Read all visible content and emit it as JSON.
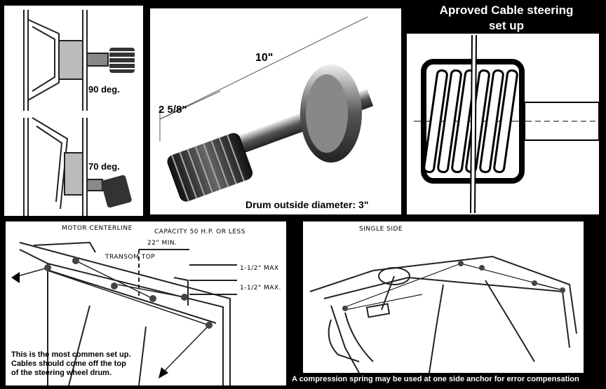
{
  "header": {
    "title_line1": "Aproved Cable steering",
    "title_line2": "set up"
  },
  "panel_angles": {
    "label_90": "90 deg.",
    "label_70": "70 deg."
  },
  "panel_drum": {
    "dim_long": "10\"",
    "dim_short": "2 5/8\"",
    "caption": "Drum outside diameter: 3\""
  },
  "panel_transom": {
    "motor_centerline": "MOTOR CENTERLINE",
    "capacity": "CAPACITY 50 H.P. OR LESS",
    "min_distance": "22\" MIN.",
    "transom_top": "TRANSOM TOP",
    "max_1": "1-1/2\" MAX",
    "max_2": "1-1/2\" MAX.",
    "note_line1": "This is the most commen set up.",
    "note_line2": "Cables should come off the top",
    "note_line3": "of the steering wheel drum."
  },
  "panel_single": {
    "label": "SINGLE SIDE",
    "caption": "A compression spring may be used at one side anchor for error compensation"
  }
}
